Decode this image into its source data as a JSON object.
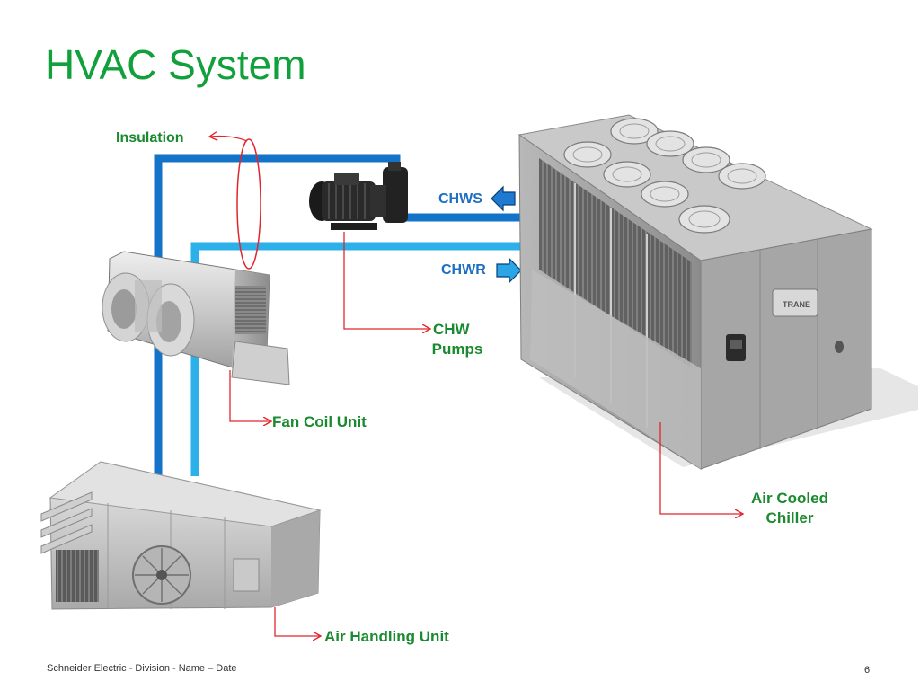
{
  "slide": {
    "title": "HVAC System",
    "footer": "Schneider Electric - Division - Name – Date",
    "page_number": "6"
  },
  "labels": {
    "insulation": "Insulation",
    "chws": "CHWS",
    "chwr": "CHWR",
    "chw_pumps_line1": "CHW",
    "chw_pumps_line2": "Pumps",
    "fan_coil_unit": "Fan Coil Unit",
    "air_cooled_chiller_line1": "Air Cooled",
    "air_cooled_chiller_line2": "Chiller",
    "air_handling_unit": "Air Handling Unit",
    "chiller_brand": "TRANE"
  },
  "colors": {
    "title": "#12a03c",
    "label_green": "#1a8a2e",
    "label_blue": "#1e6fc4",
    "supply_pipe": "#1273c9",
    "return_pipe": "#2bb0ea",
    "callout": "#e0262c"
  }
}
